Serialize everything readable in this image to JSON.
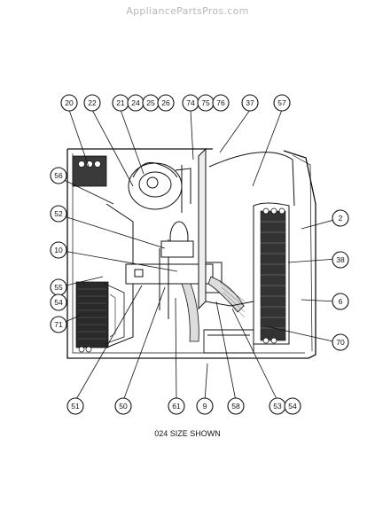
{
  "watermark": "AppliancePartsPros.com",
  "caption": "024 SIZE SHOWN",
  "callouts": {
    "c20": "20",
    "c22": "22",
    "c21": "21",
    "c24": "24",
    "c25": "25",
    "c26": "26",
    "c74": "74",
    "c75": "75",
    "c76": "76",
    "c37": "37",
    "c57": "57",
    "c56": "56",
    "c2": "2",
    "c52": "52",
    "c38": "38",
    "c10": "10",
    "c55": "55",
    "c54a": "54",
    "c6": "6",
    "c71": "71",
    "c70": "70",
    "c51": "51",
    "c50": "50",
    "c61": "61",
    "c9": "9",
    "c58": "58",
    "c53": "53",
    "c54b": "54"
  },
  "colors": {
    "ink": "#111111",
    "coil": "#222222",
    "watermark": "#b8b8b8"
  }
}
